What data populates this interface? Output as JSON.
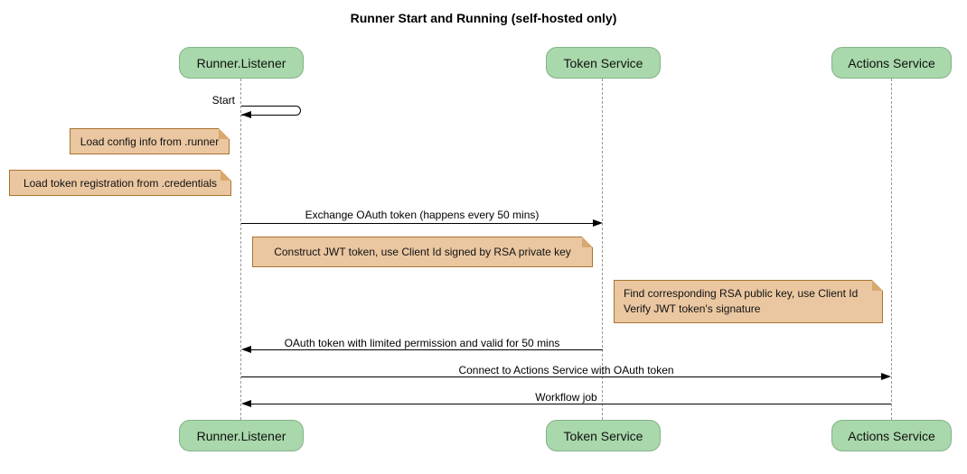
{
  "title": "Runner Start and Running (self-hosted only)",
  "participants": [
    {
      "name": "Runner.Listener"
    },
    {
      "name": "Token Service"
    },
    {
      "name": "Actions Service"
    }
  ],
  "messages": [
    {
      "label": "Start",
      "from": "Runner.Listener",
      "to": "Runner.Listener",
      "kind": "self"
    },
    {
      "label": "Exchange OAuth token (happens every 50 mins)",
      "from": "Runner.Listener",
      "to": "Token Service",
      "kind": "solid-arrow"
    },
    {
      "label": "OAuth token with limited permission and valid for 50 mins",
      "from": "Token Service",
      "to": "Runner.Listener",
      "kind": "solid-arrow"
    },
    {
      "label": "Connect to Actions Service with OAuth token",
      "from": "Runner.Listener",
      "to": "Actions Service",
      "kind": "solid-arrow"
    },
    {
      "label": "Workflow job",
      "from": "Actions Service",
      "to": "Runner.Listener",
      "kind": "solid-arrow"
    }
  ],
  "notes": [
    {
      "text": "Load config info from .runner",
      "over": "left of Runner.Listener"
    },
    {
      "text": "Load token registration from .credentials",
      "over": "left of Runner.Listener"
    },
    {
      "text": "Construct JWT token, use Client Id signed by RSA private key",
      "over": "Runner.Listener to Token Service"
    },
    {
      "text": "Find corresponding RSA public key, use Client Id\nVerify JWT token's signature",
      "over": "Token Service to Actions Service"
    }
  ],
  "colors": {
    "background": "#ffffff",
    "participant_fill": "#a8d8ab",
    "participant_border": "#84b188",
    "note_fill": "#eac7a1",
    "note_border": "#a9732f",
    "lifeline": "#999999",
    "message_line": "#000000",
    "text": "#000000"
  }
}
